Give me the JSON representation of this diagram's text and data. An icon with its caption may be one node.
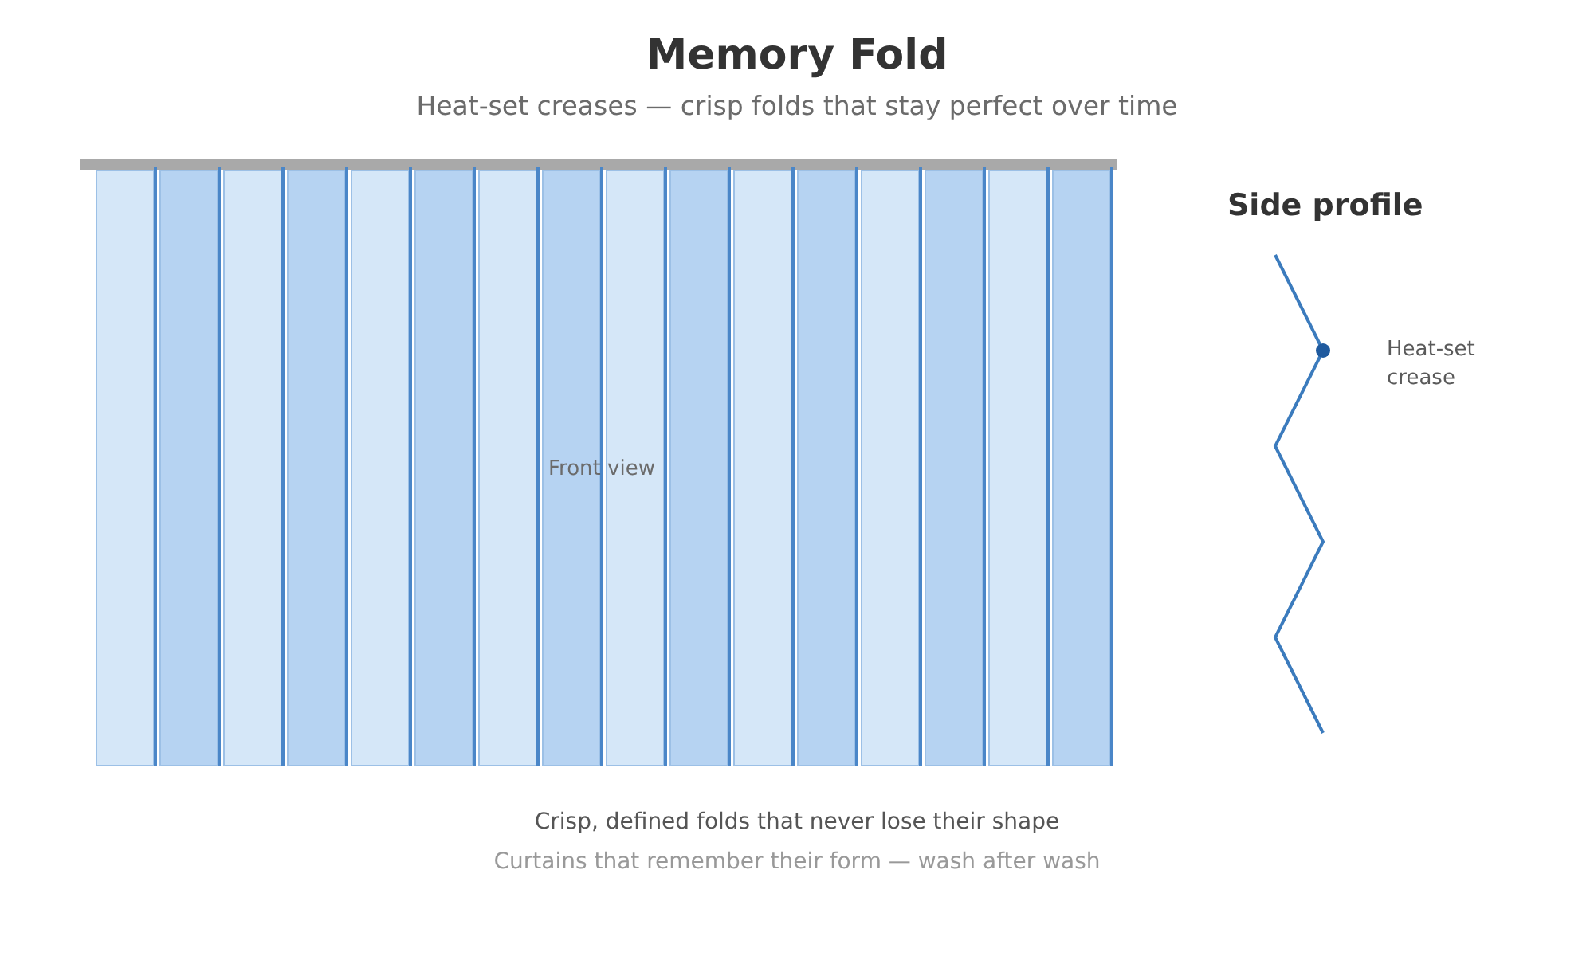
{
  "diagram": {
    "title": "Memory Fold",
    "labels": [
      "Heat-set creases — crisp folds that stay perfect over time",
      "Side profile",
      "Heat-set crease",
      "Front view",
      "Crisp, defined folds that never lose their shape",
      "Curtains that remember their form — wash after wash"
    ]
  }
}
